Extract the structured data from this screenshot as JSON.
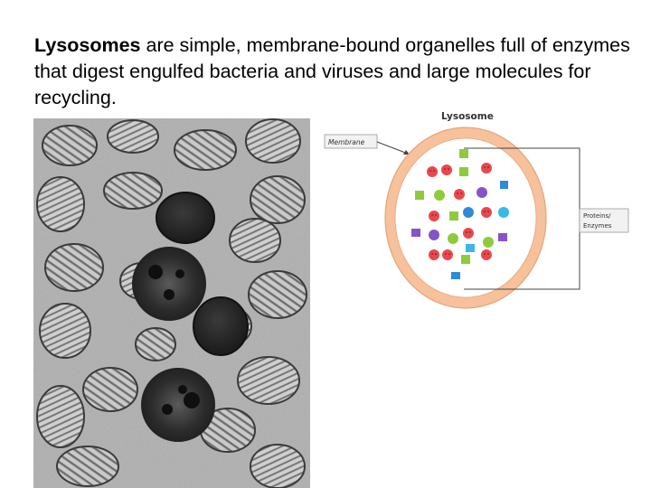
{
  "slide": {
    "caption_term": "Lysosomes",
    "caption_rest": " are simple, membrane-bound organelles full of enzymes that digest engulfed bacteria and viruses and large molecules for recycling."
  },
  "diagram": {
    "title": "Lysosome",
    "membrane_label": "Membrane",
    "proteins_label_line1": "Proteins/",
    "proteins_label_line2": "Enzymes",
    "colors": {
      "membrane": "#f6c19b",
      "interior": "#ffffff",
      "red": "#e8484c",
      "green": "#8dcb3d",
      "purple": "#8654c6",
      "blue": "#2e8bd8",
      "cyan": "#3ab8e6"
    }
  },
  "micrograph": {
    "icon": "electron-micrograph-image"
  }
}
